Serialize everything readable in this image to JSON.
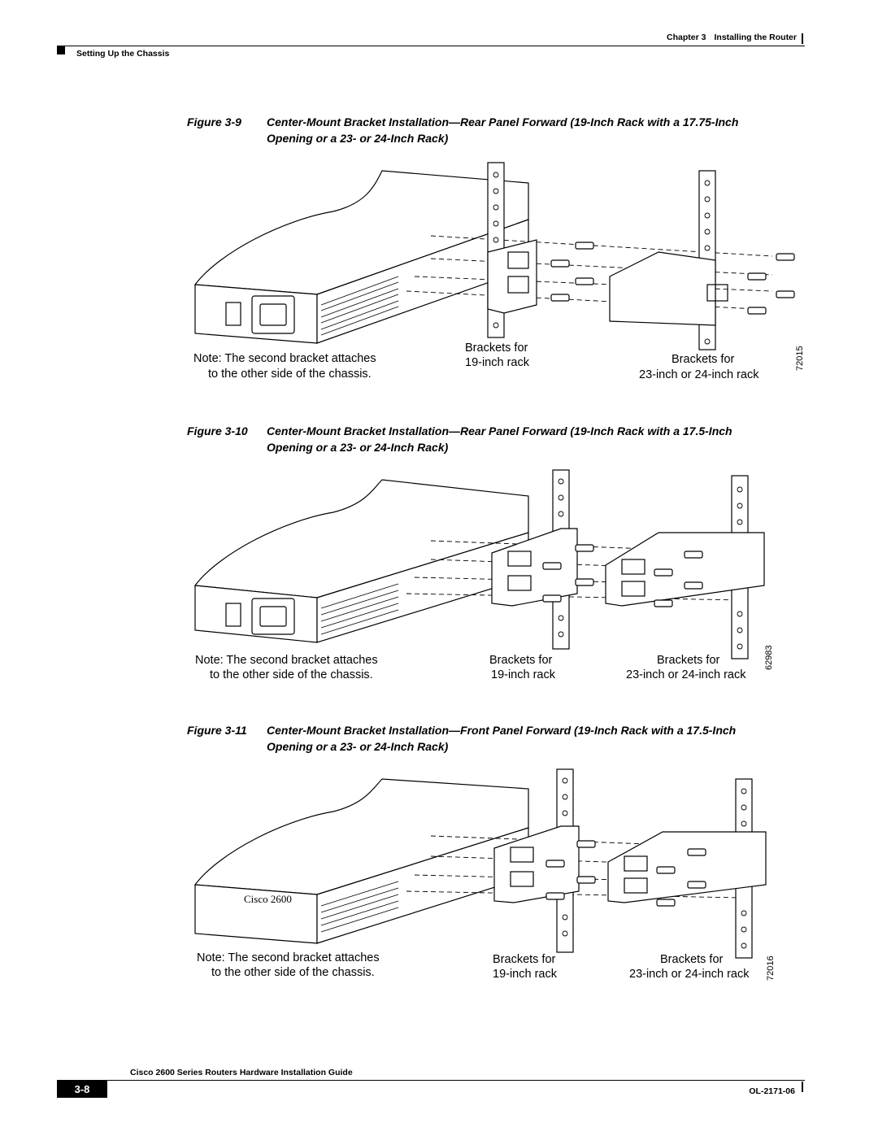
{
  "header": {
    "chapter": "Chapter 3",
    "chapter_title": "Installing the Router",
    "section": "Setting Up the Chassis"
  },
  "figures": [
    {
      "number": "Figure 3-9",
      "caption_line1": "Center-Mount Bracket Installation—Rear Panel Forward (19-Inch Rack with a 17.75-Inch",
      "caption_line2": "Opening or a 23- or 24-Inch Rack)",
      "note_line1": "Note: The second bracket attaches",
      "note_line2": "to the other side of the chassis.",
      "bracket19_line1": "Brackets for",
      "bracket19_line2": "19-inch rack",
      "bracket23_line1": "Brackets for",
      "bracket23_line2": "23-inch or 24-inch rack",
      "art_id": "72015"
    },
    {
      "number": "Figure 3-10",
      "caption_line1": "Center-Mount Bracket Installation—Rear Panel Forward (19-Inch Rack with a 17.5-Inch",
      "caption_line2": "Opening or a 23- or 24-Inch Rack)",
      "note_line1": "Note: The second bracket attaches",
      "note_line2": "to the other side of the chassis.",
      "bracket19_line1": "Brackets for",
      "bracket19_line2": "19-inch rack",
      "bracket23_line1": "Brackets for",
      "bracket23_line2": "23-inch or 24-inch rack",
      "art_id": "62983"
    },
    {
      "number": "Figure 3-11",
      "caption_line1": "Center-Mount Bracket Installation—Front Panel Forward (19-Inch Rack with a 17.5-Inch",
      "caption_line2": "Opening or a 23- or 24-Inch Rack)",
      "note_line1": "Note: The second bracket attaches",
      "note_line2": "to the other side of the chassis.",
      "bracket19_line1": "Brackets for",
      "bracket19_line2": "19-inch rack",
      "bracket23_line1": "Brackets for",
      "bracket23_line2": "23-inch or 24-inch rack",
      "art_id": "72016",
      "chassis_label": "Cisco 2600"
    }
  ],
  "footer": {
    "guide_title": "Cisco 2600 Series Routers Hardware Installation Guide",
    "page_number": "3-8",
    "doc_number": "OL-2171-06"
  }
}
